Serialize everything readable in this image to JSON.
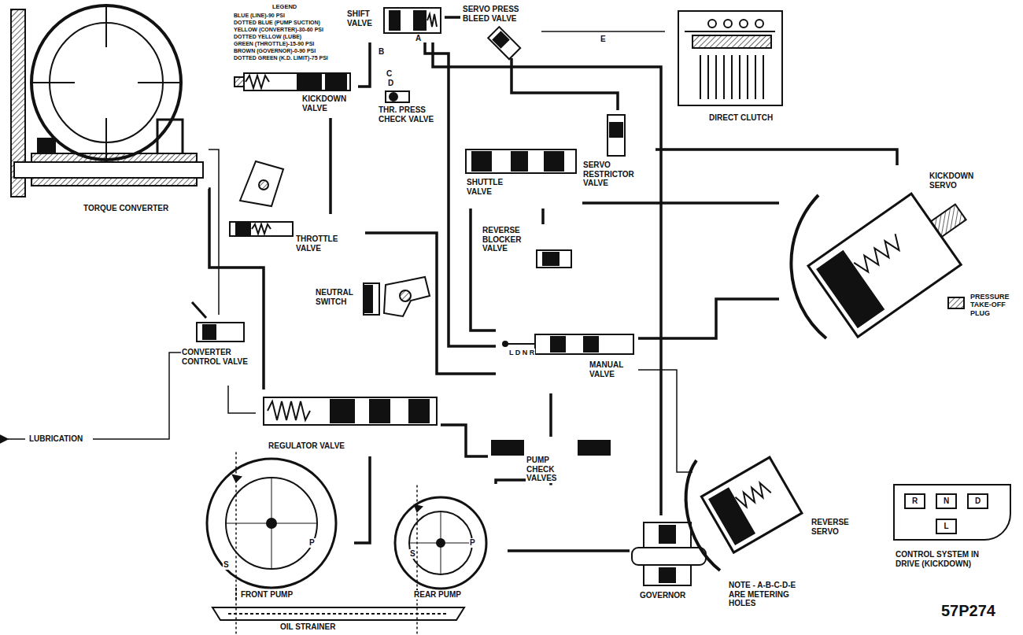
{
  "diagram": {
    "nodes": [
      {
        "text": [
          "TORQUE CONVERTER"
        ]
      },
      {
        "text": [
          "SHIFT VALVE"
        ]
      },
      {
        "text": [
          "SERVO PRESS BLEED VALVE"
        ]
      },
      {
        "text": [
          "KICKDOWN VALVE"
        ]
      },
      {
        "text": [
          "THR. PRESS CHECK VALVE"
        ]
      },
      {
        "text": [
          "SERVO RESTRICTOR VALVE"
        ]
      },
      {
        "text": [
          "DIRECT CLUTCH"
        ]
      },
      {
        "text": [
          "SHUTTLE VALVE"
        ]
      },
      {
        "text": [
          "KICKDOWN SERVO"
        ]
      },
      {
        "text": [
          "THROTTLE VALVE"
        ]
      },
      {
        "text": [
          "REVERSE BLOCKER VALVE"
        ]
      },
      {
        "text": [
          "NEUTRAL SWITCH"
        ]
      },
      {
        "text": [
          "CONVERTER CONTROL VALVE"
        ]
      },
      {
        "text": [
          "MANUAL VALVE"
        ]
      },
      {
        "text": [
          "REGULATOR VALVE"
        ]
      },
      {
        "text": [
          "PUMP CHECK VALVES"
        ]
      },
      {
        "text": [
          "FRONT PUMP"
        ]
      },
      {
        "text": [
          "REAR PUMP"
        ]
      },
      {
        "text": [
          "GOVERNOR"
        ]
      },
      {
        "text": [
          "OIL STRAINER"
        ]
      },
      {
        "text": [
          "REVERSE SERVO"
        ]
      },
      {
        "text": [
          "CONTROL SYSTEM IN DRIVE (KICKDOWN)"
        ]
      },
      {
        "text": [
          "R"
        ],
        "in": 21
      },
      {
        "text": [
          "N"
        ],
        "in": 21
      },
      {
        "text": [
          "D"
        ],
        "in": 21
      },
      {
        "text": [
          "L"
        ],
        "in": 21
      }
    ],
    "edges": [
      {
        "from": 14,
        "to": 0,
        "arrow": "none"
      },
      {
        "from": 14,
        "to": 12,
        "arrow": "none"
      },
      {
        "from": 16,
        "to": 14,
        "arrow": "none"
      },
      {
        "from": 14,
        "to": 15,
        "arrow": "none"
      },
      {
        "from": 17,
        "to": 15,
        "arrow": "none"
      },
      {
        "from": 15,
        "to": 13,
        "arrow": "none"
      },
      {
        "from": 13,
        "to": 1,
        "arrow": "none"
      },
      {
        "from": 18,
        "to": 1,
        "arrow": "none"
      },
      {
        "from": 13,
        "to": 9,
        "arrow": "none"
      },
      {
        "from": 9,
        "to": 3,
        "arrow": "none"
      },
      {
        "from": 3,
        "to": 1,
        "arrow": "none"
      },
      {
        "from": 1,
        "to": 2,
        "arrow": "none"
      },
      {
        "from": 2,
        "to": 6,
        "arrow": "none"
      },
      {
        "from": 2,
        "to": 5,
        "arrow": "none"
      },
      {
        "from": 5,
        "to": 8,
        "arrow": "none"
      },
      {
        "from": 7,
        "to": 8,
        "arrow": "none"
      },
      {
        "from": 7,
        "to": 10,
        "arrow": "none"
      },
      {
        "from": 13,
        "to": 8,
        "arrow": "none"
      },
      {
        "from": 13,
        "to": 20,
        "arrow": "none"
      },
      {
        "from": 17,
        "to": 18,
        "arrow": "none"
      },
      {
        "from": 13,
        "to": 7,
        "arrow": "none"
      },
      {
        "from": 19,
        "to": 16,
        "arrow": "none"
      },
      {
        "from": 19,
        "to": 17,
        "arrow": "none"
      },
      {
        "from": 0,
        "to": 12,
        "arrow": "none"
      }
    ],
    "labels": [
      "LEGEND",
      "A",
      "B",
      "C",
      "D",
      "E",
      "LUBRICATION",
      "PRESSURE TAKE-OFF PLUG",
      "L D N R",
      "S",
      "P",
      "S",
      "P",
      "NOTE - A-B-C-D-E ARE METERING HOLES",
      "57P274"
    ],
    "legend": [
      {
        "text": "BLUE (LINE)-90 PSI"
      },
      {
        "text": "DOTTED BLUE (PUMP SUCTION)"
      },
      {
        "text": "YELLOW (CONVERTER)-30-60 PSI"
      },
      {
        "text": "DOTTED YELLOW (LUBE)"
      },
      {
        "text": "GREEN (THROTTLE)-15-90 PSI"
      },
      {
        "text": "BROWN (GOVERNOR)-0-90 PSI"
      },
      {
        "text": "DOTTED GREEN (K.D. LIMIT)-75 PSI"
      }
    ]
  }
}
